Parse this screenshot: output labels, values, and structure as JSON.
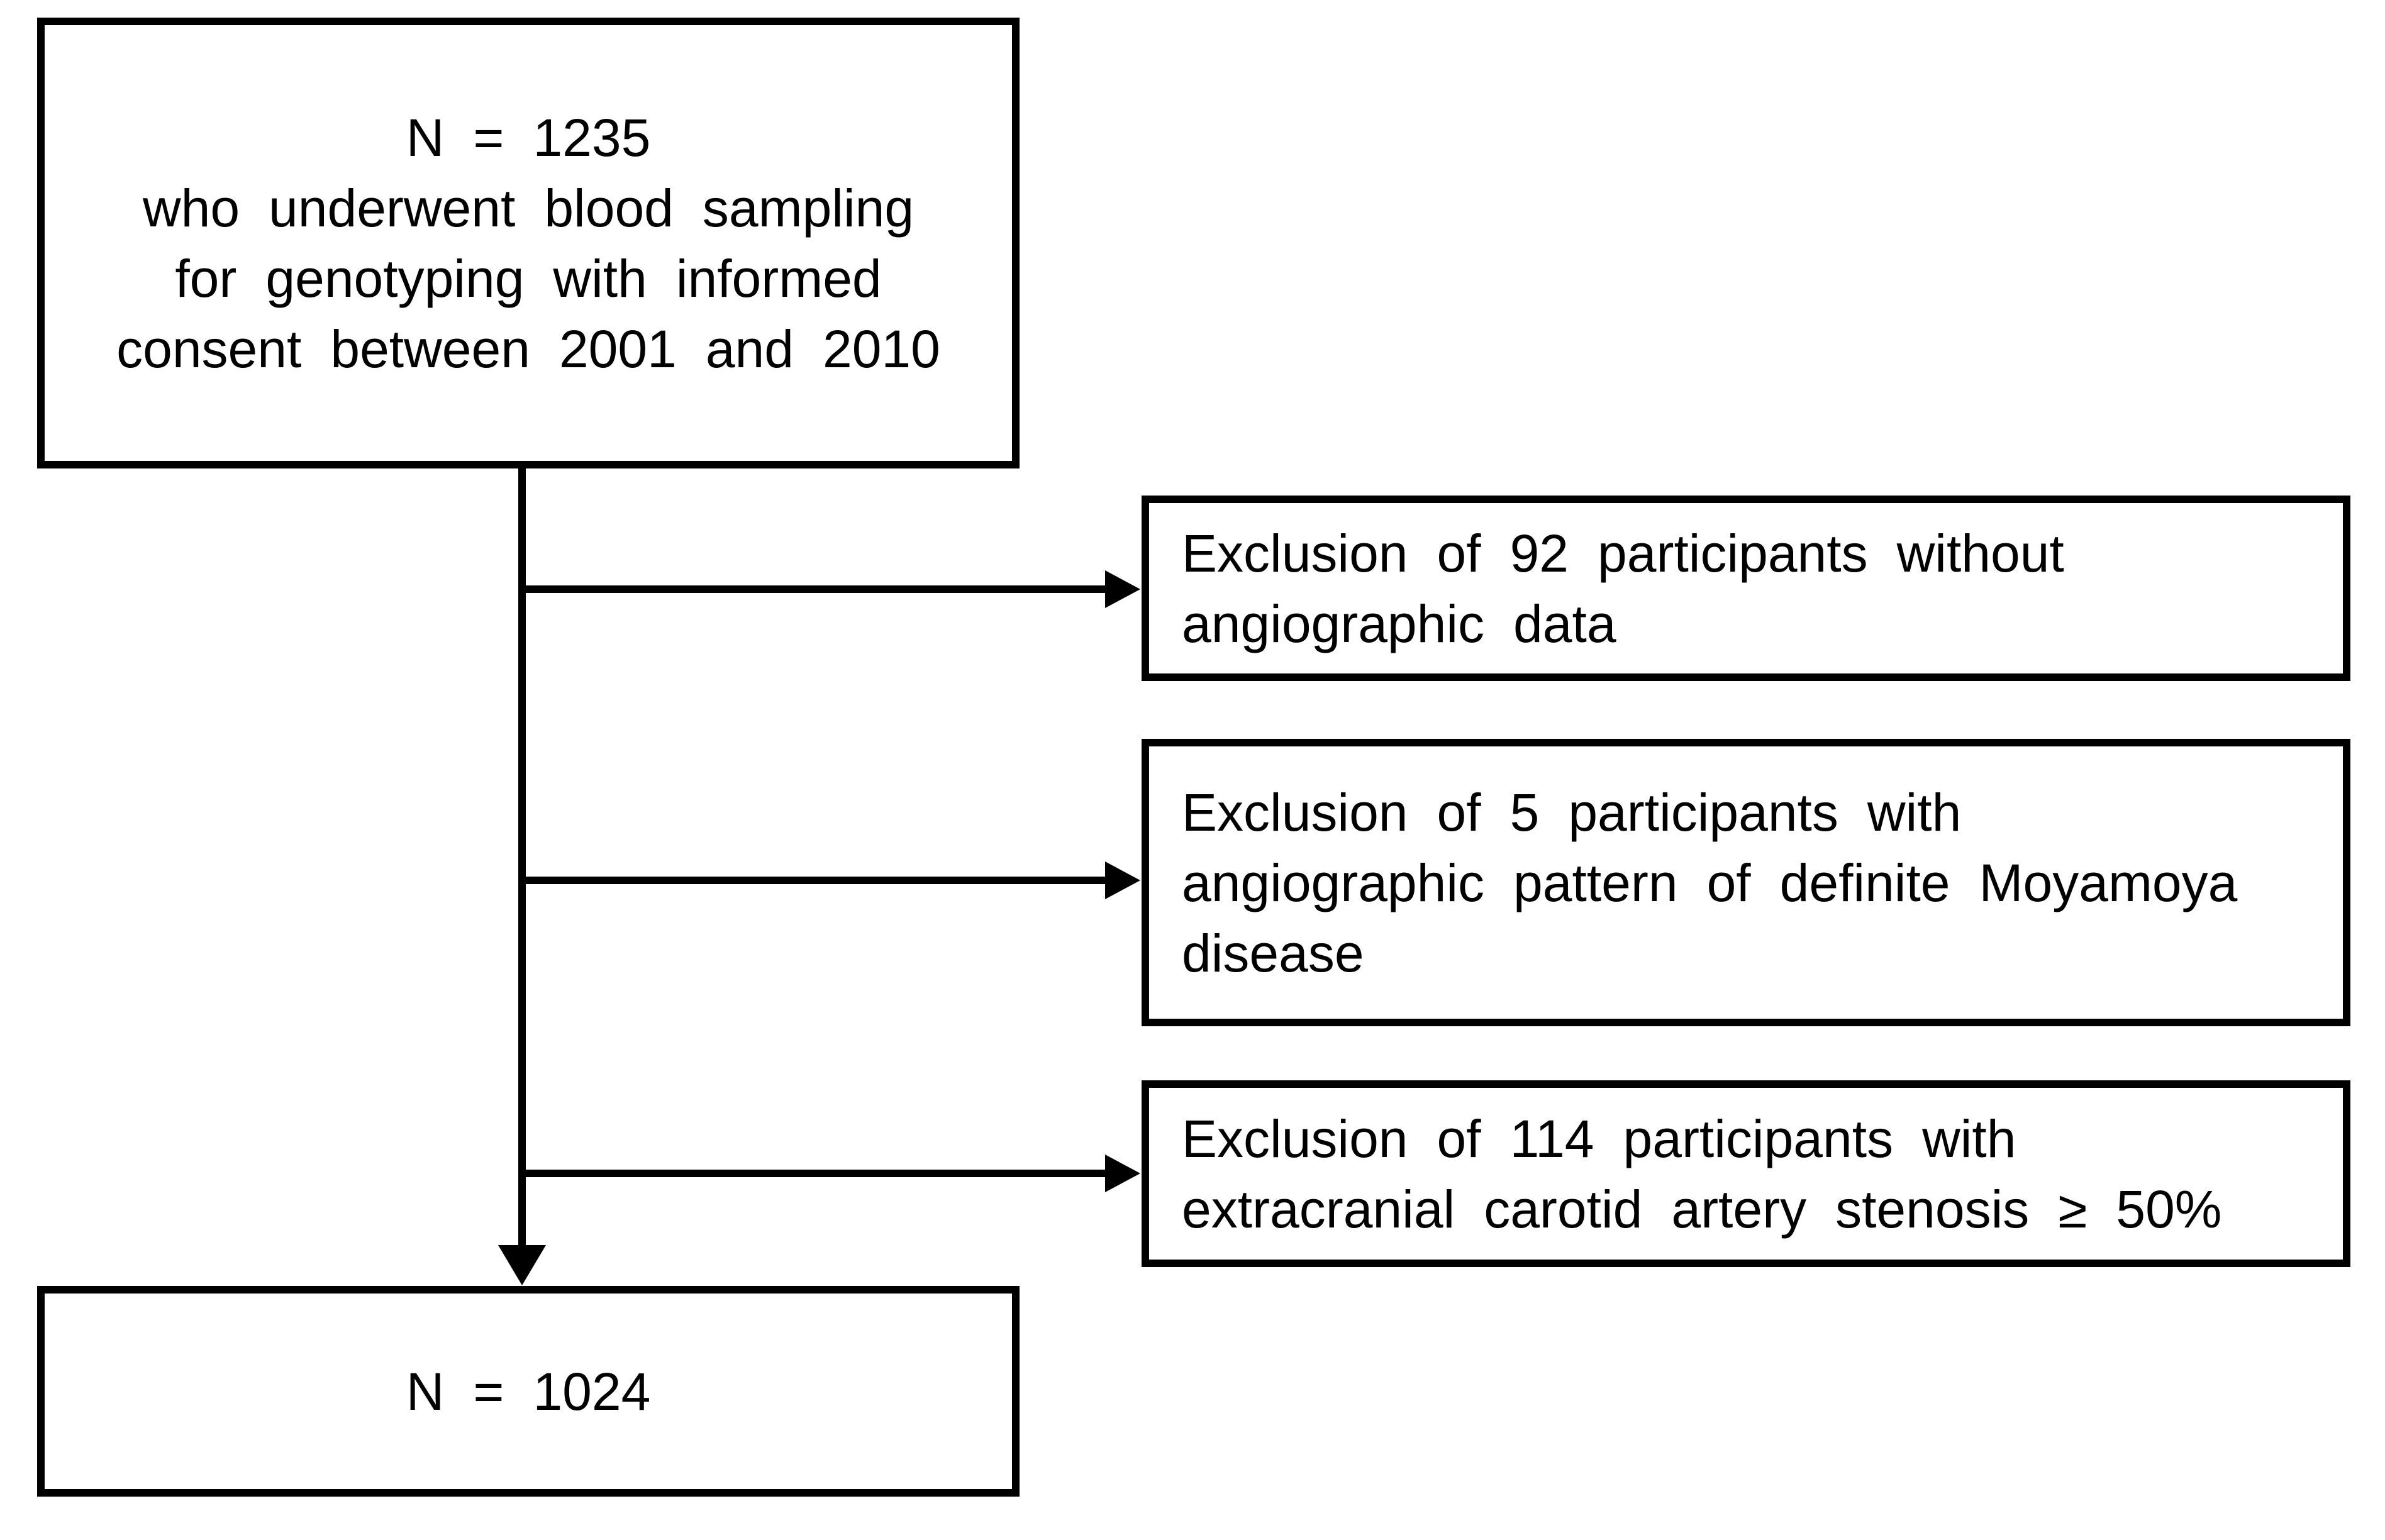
{
  "flowchart": {
    "top_box": {
      "lines": [
        "N = 1235",
        "who underwent blood sampling",
        "for genotyping with informed",
        "consent between 2001 and 2010"
      ]
    },
    "exclusion_boxes": [
      {
        "lines": [
          "Exclusion of 92 participants without",
          "angiographic data"
        ]
      },
      {
        "lines": [
          "Exclusion of 5 participants with",
          "angiographic pattern of definite Moyamoya",
          "disease"
        ]
      },
      {
        "lines": [
          "Exclusion of 114 participants with",
          "extracranial carotid artery stenosis ≥ 50%"
        ]
      }
    ],
    "bottom_box": {
      "lines": [
        "N = 1024"
      ]
    },
    "colors": {
      "line": "#000000",
      "background": "#ffffff",
      "text": "#000000"
    }
  }
}
